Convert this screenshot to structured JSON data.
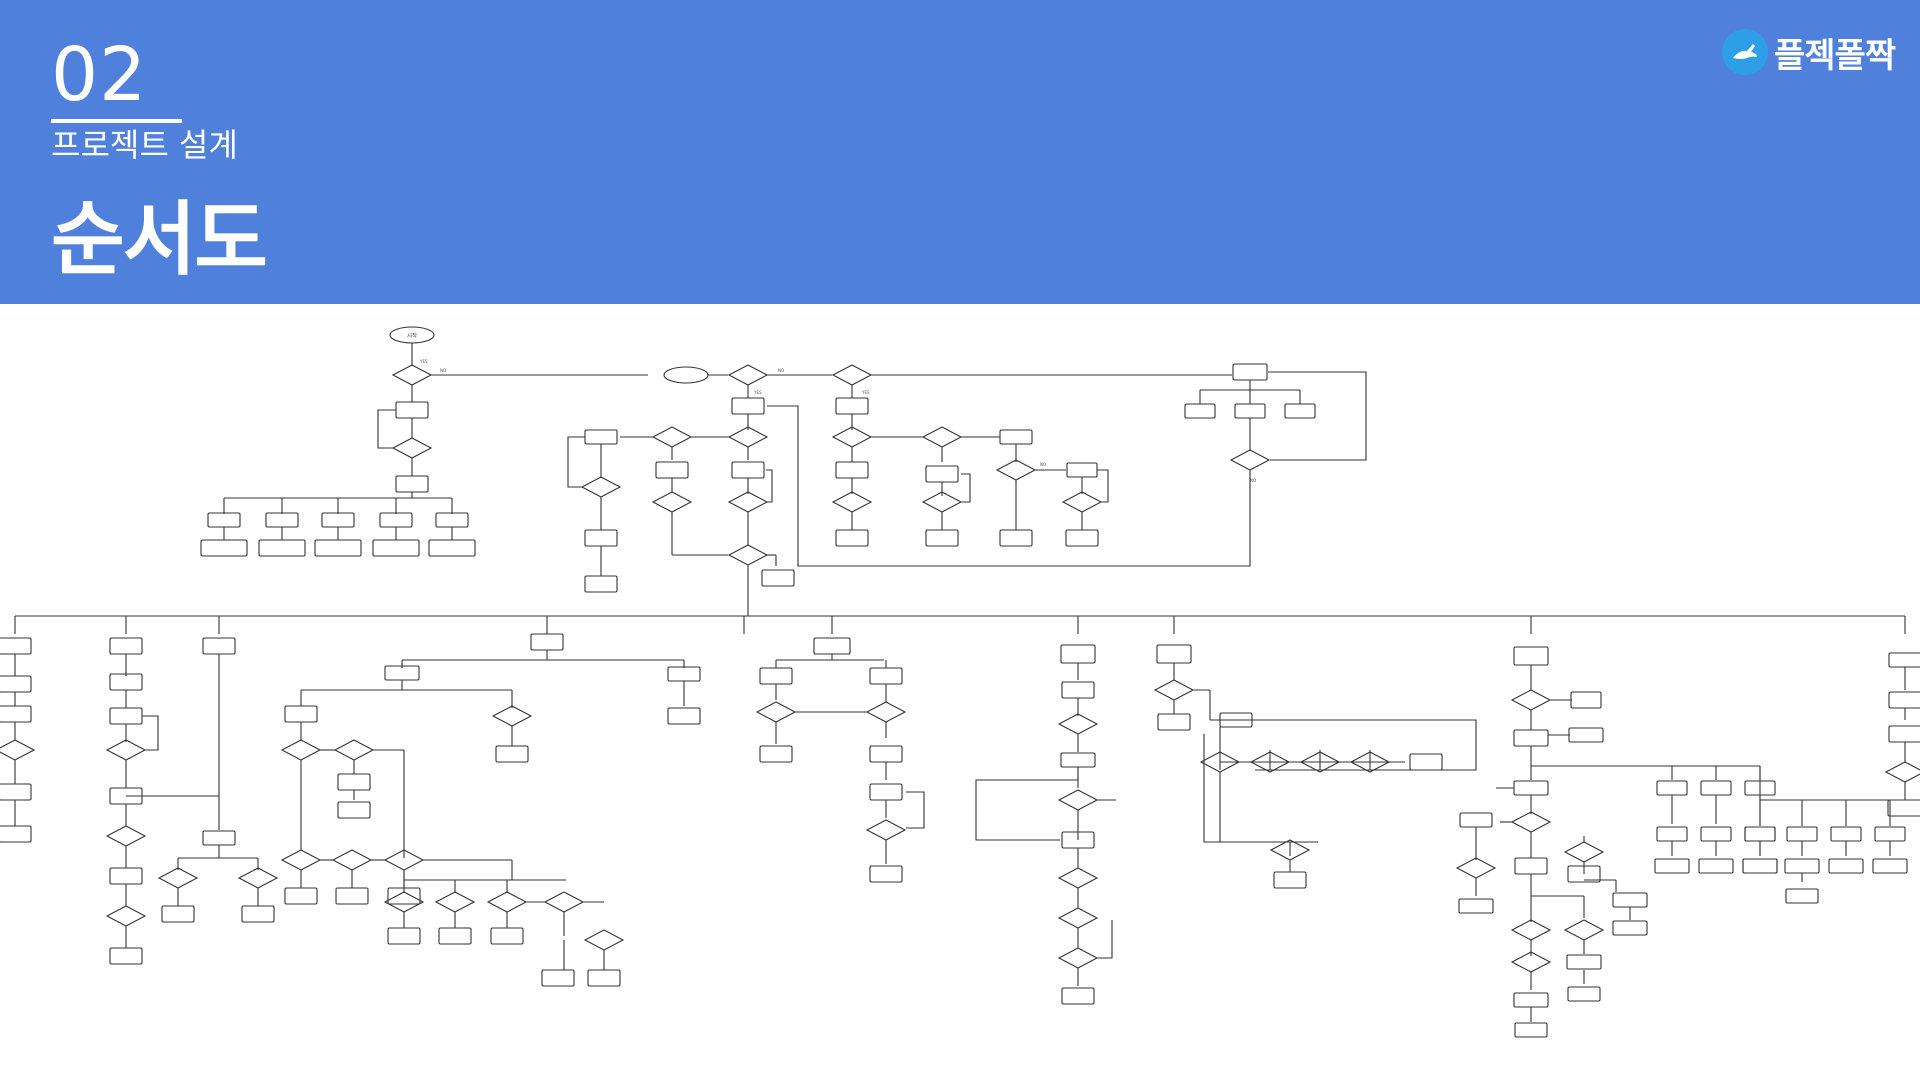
{
  "section": {
    "number": "02",
    "subtitle": "프로젝트 설계"
  },
  "page_title": "순서도",
  "brand": {
    "name": "플젝폴짝",
    "icon": "rabbit-icon"
  },
  "colors": {
    "header_bg": "#4f80dc",
    "brand_circle": "#2f9ee8",
    "node_stroke": "#333333"
  },
  "flowchart": {
    "start_label": "시작",
    "yes_label": "YES",
    "no_label": "NO"
  }
}
